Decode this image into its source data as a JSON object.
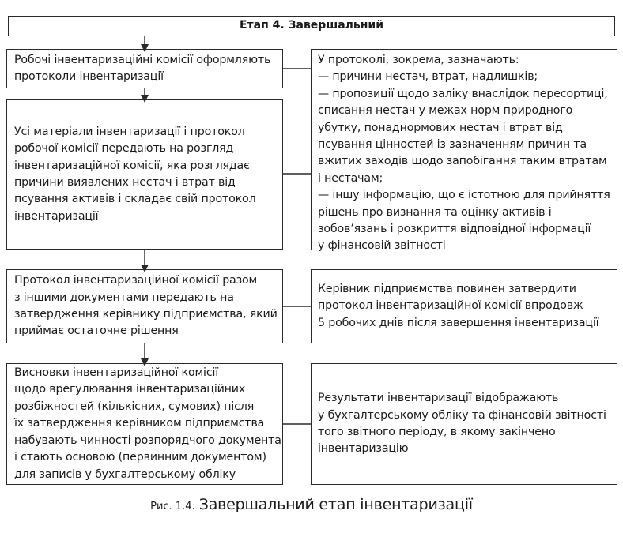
{
  "header": {
    "title": "Етап 4. Завершальний"
  },
  "left_boxes": [
    "Робочі інвентаризаційні комісії оформляють\nпротоколи інвентаризації",
    "Усі матеріали інвентаризації і протокол\nробочої комісії передають на розгляд\nінвентаризаційної комісії, яка розглядає\nпричини виявлених нестач і втрат від\nпсування активів і складає свій протокол\nінвентаризації",
    "Протокол інвентаризаційної комісії разом\nз іншими документами передають на\nзатвердження керівнику підприємства, який\nприймає остаточне рішення",
    "Висновки інвентаризаційної комісії\nщодо врегулювання інвентаризаційних\nрозбіжностей (кількісних, сумових) після\nїх затвердження керівником підприємства\nнабувають чинності розпорядчого документа\nі стають основою (первинним документом)\nдля записів у бухгалтерському обліку"
  ],
  "right_boxes": [
    "У протоколі, зокрема, зазначають:\n— причини нестач, втрат, надлишків;\n— пропозиції щодо заліку внаслідок пересортиці,\nсписання нестач у межах норм природного\nубутку, понаднормових нестач і втрат від\nпсування цінностей із зазначенням причин та\nвжитих заходів щодо запобігання таким втратам\nі нестачам;\n— іншу інформацію, що є істотною для прийняття\nрішень про визнання та оцінку активів і\nзобов’язань і розкриття відповідної інформації\nу фінансовій звітності",
    "Керівник підприємства повинен затвердити\nпротокол інвентаризаційної комісії впродовж\n5 робочих днів після завершення інвентаризації",
    "Результати інвентаризації відображають\nу бухгалтерському обліку та фінансовій звітності\nтого звітного періоду, в якому закінчено\nінвентаризацію"
  ],
  "caption": {
    "number": "Рис. 1.4.",
    "title": "Завершальний етап інвентаризації"
  }
}
